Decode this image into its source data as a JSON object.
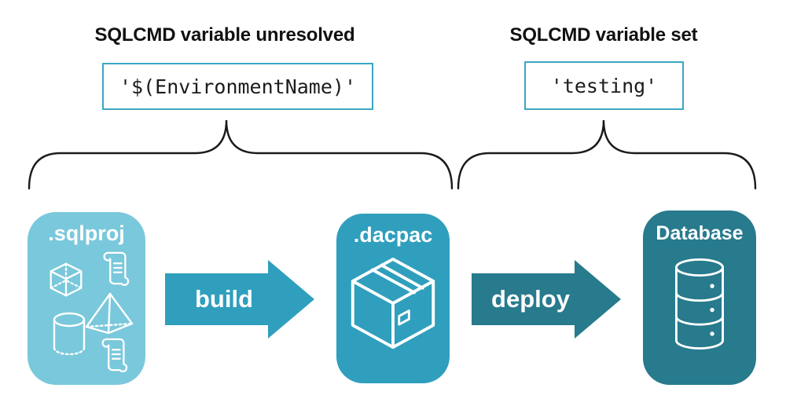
{
  "annotations": {
    "left": {
      "title": "SQLCMD variable unresolved",
      "code": "'$(EnvironmentName)'"
    },
    "right": {
      "title": "SQLCMD variable set",
      "code": "'testing'"
    }
  },
  "pipeline": {
    "nodes": [
      {
        "id": "sqlproj",
        "label": ".sqlproj",
        "color": "#7AC8DB",
        "icons": [
          "scroll-icon",
          "cube-icon",
          "pyramid-icon",
          "cylinder-icon",
          "scroll-icon"
        ]
      },
      {
        "id": "dacpac",
        "label": ".dacpac",
        "color": "#2F9FBD",
        "icons": [
          "package-icon"
        ]
      },
      {
        "id": "database",
        "label": "Database",
        "color": "#287A8D",
        "icons": [
          "database-icon"
        ]
      }
    ],
    "arrows": [
      {
        "label": "build",
        "color": "#2F9FBD"
      },
      {
        "label": "deploy",
        "color": "#287A8D"
      }
    ]
  },
  "colors": {
    "background": "#FFFFFF",
    "code_box_border": "#3BA7C4",
    "brace_stroke": "#1A1A1A",
    "heading_text": "#111111",
    "code_text": "#1C1C1C",
    "node_label_text": "#FFFFFF"
  }
}
